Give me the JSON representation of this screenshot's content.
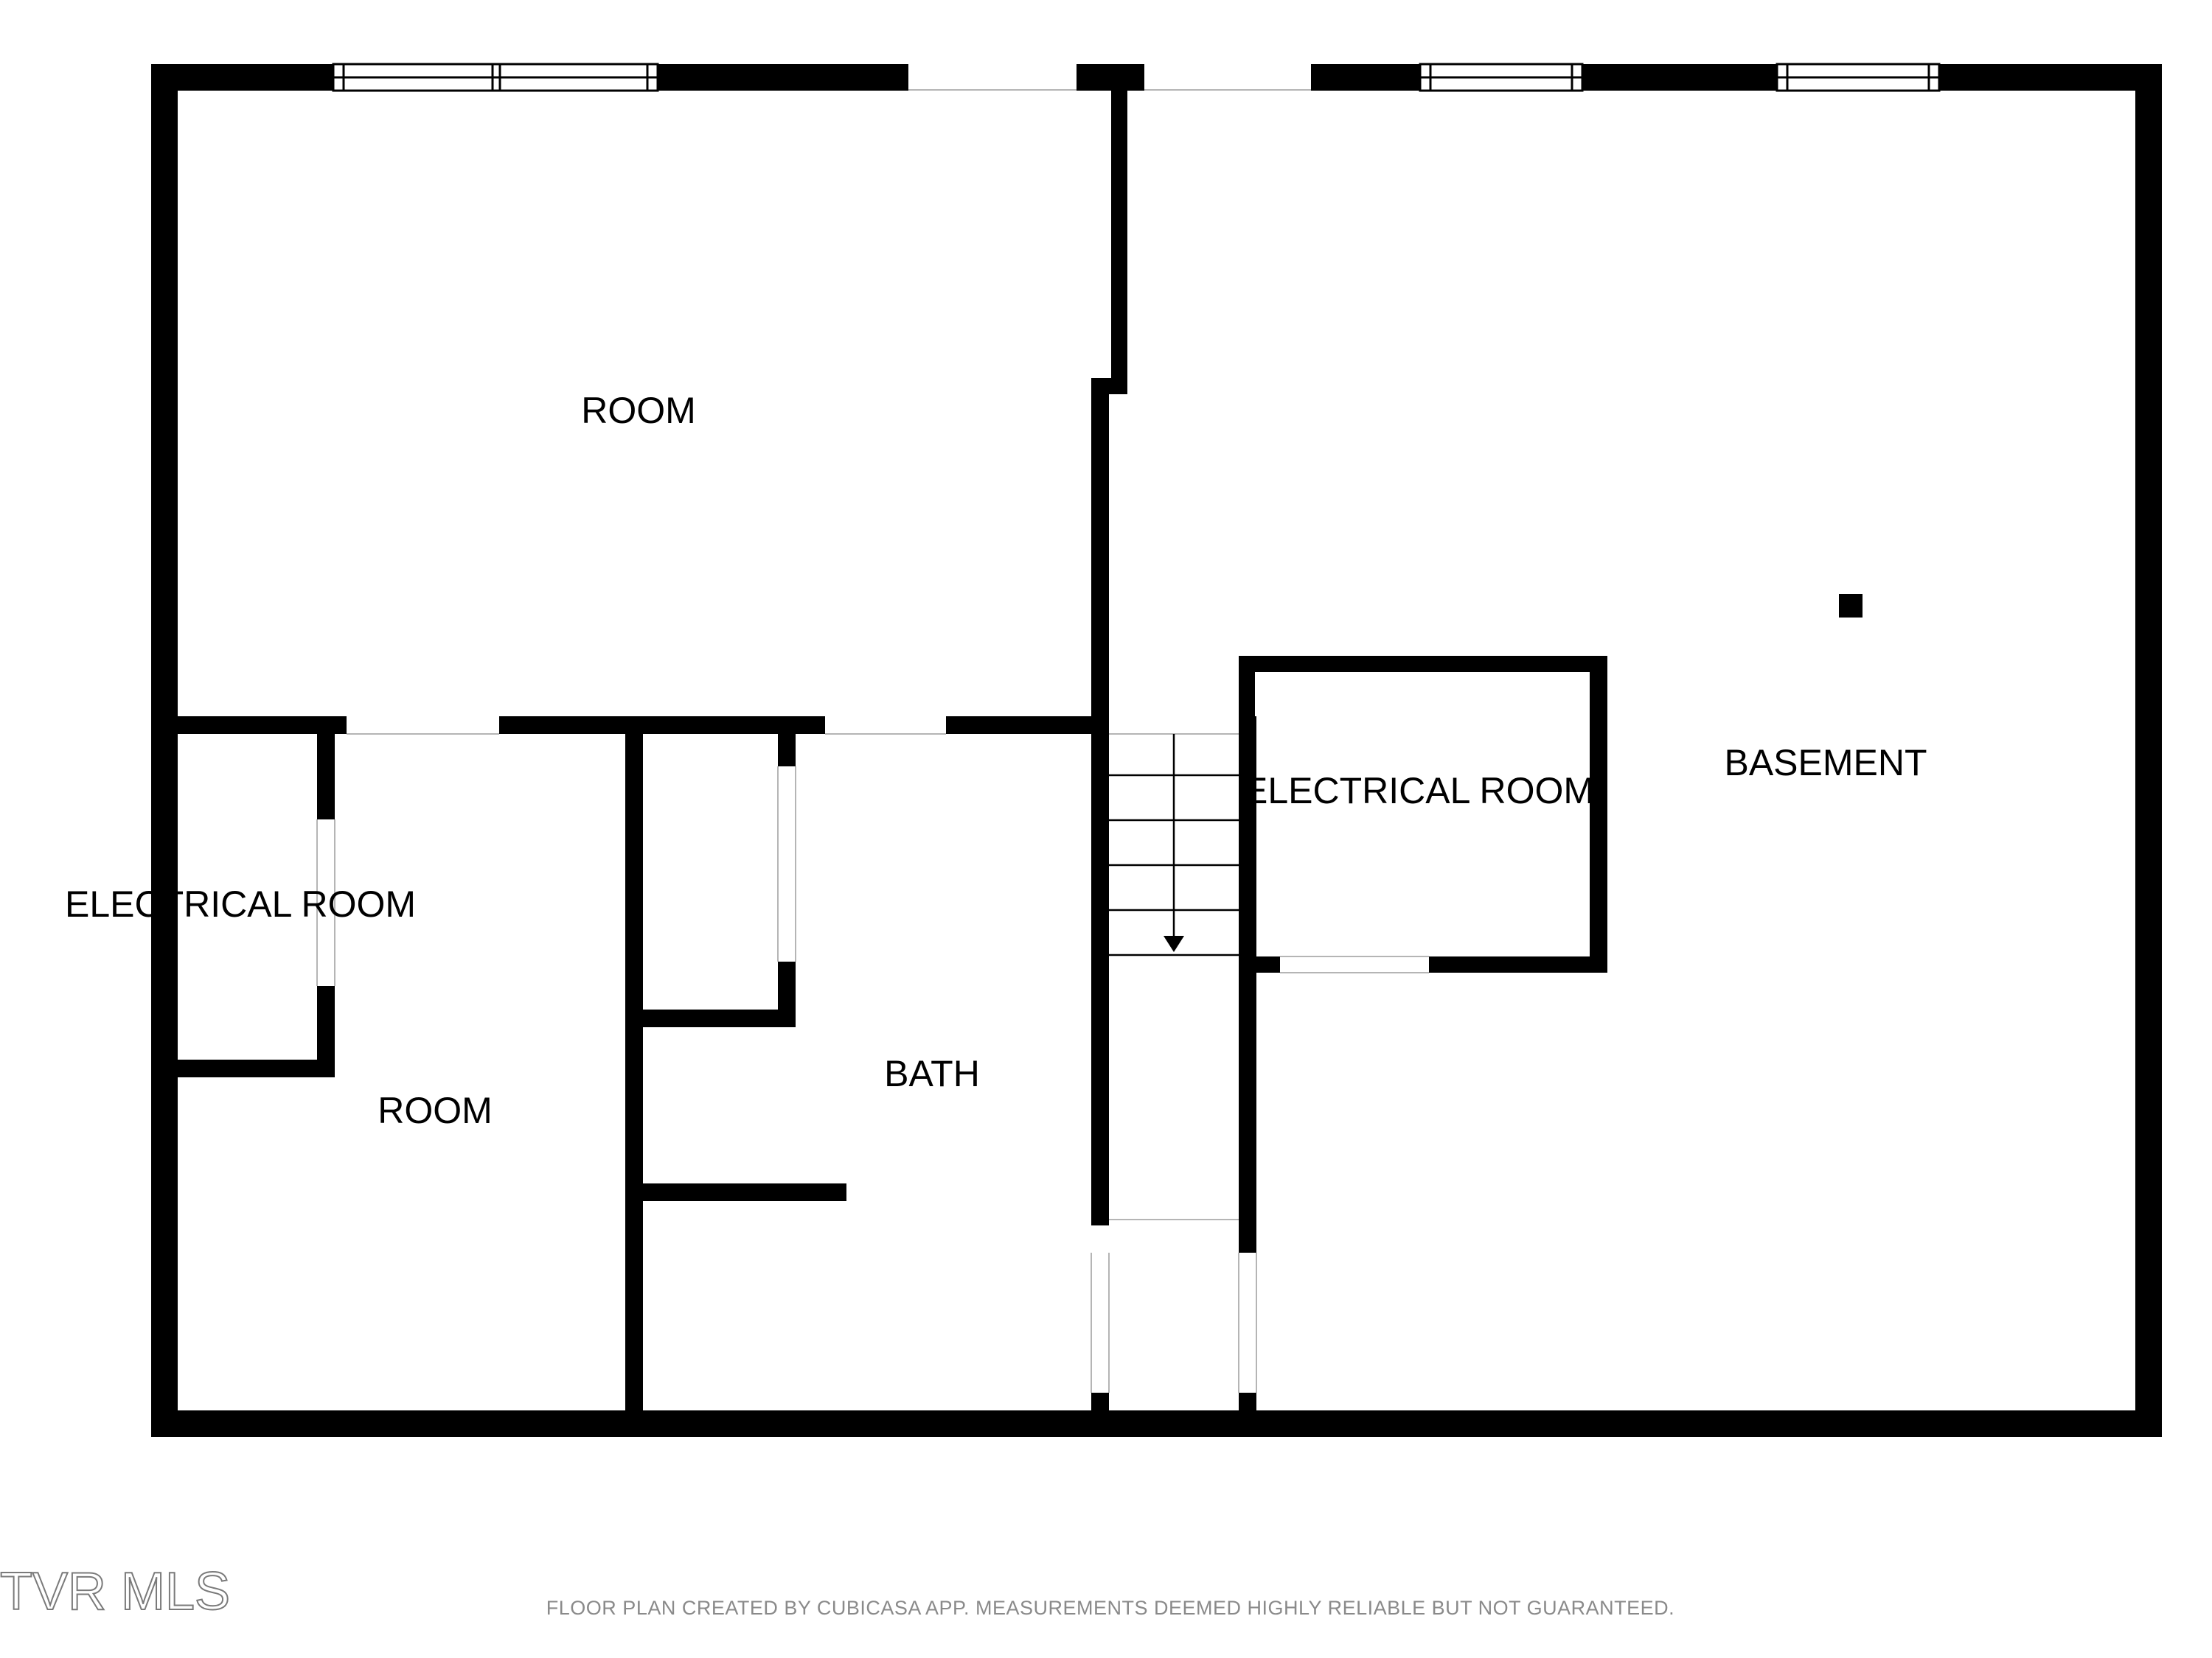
{
  "rooms": {
    "room_top": "ROOM",
    "room_bottom": "ROOM",
    "electrical_left": "ELECTRICAL ROOM",
    "electrical_center": "ELECTRICAL ROOM",
    "bath": "BATH",
    "basement": "BASEMENT"
  },
  "footer": {
    "disclaimer": "FLOOR PLAN CREATED BY CUBICASA APP. MEASUREMENTS DEEMED HIGHLY RELIABLE BUT NOT GUARANTEED."
  },
  "watermark": {
    "text": "TVR MLS"
  },
  "colors": {
    "wall": "#000000",
    "background": "#ffffff",
    "footer_text": "#8a8a8a"
  }
}
